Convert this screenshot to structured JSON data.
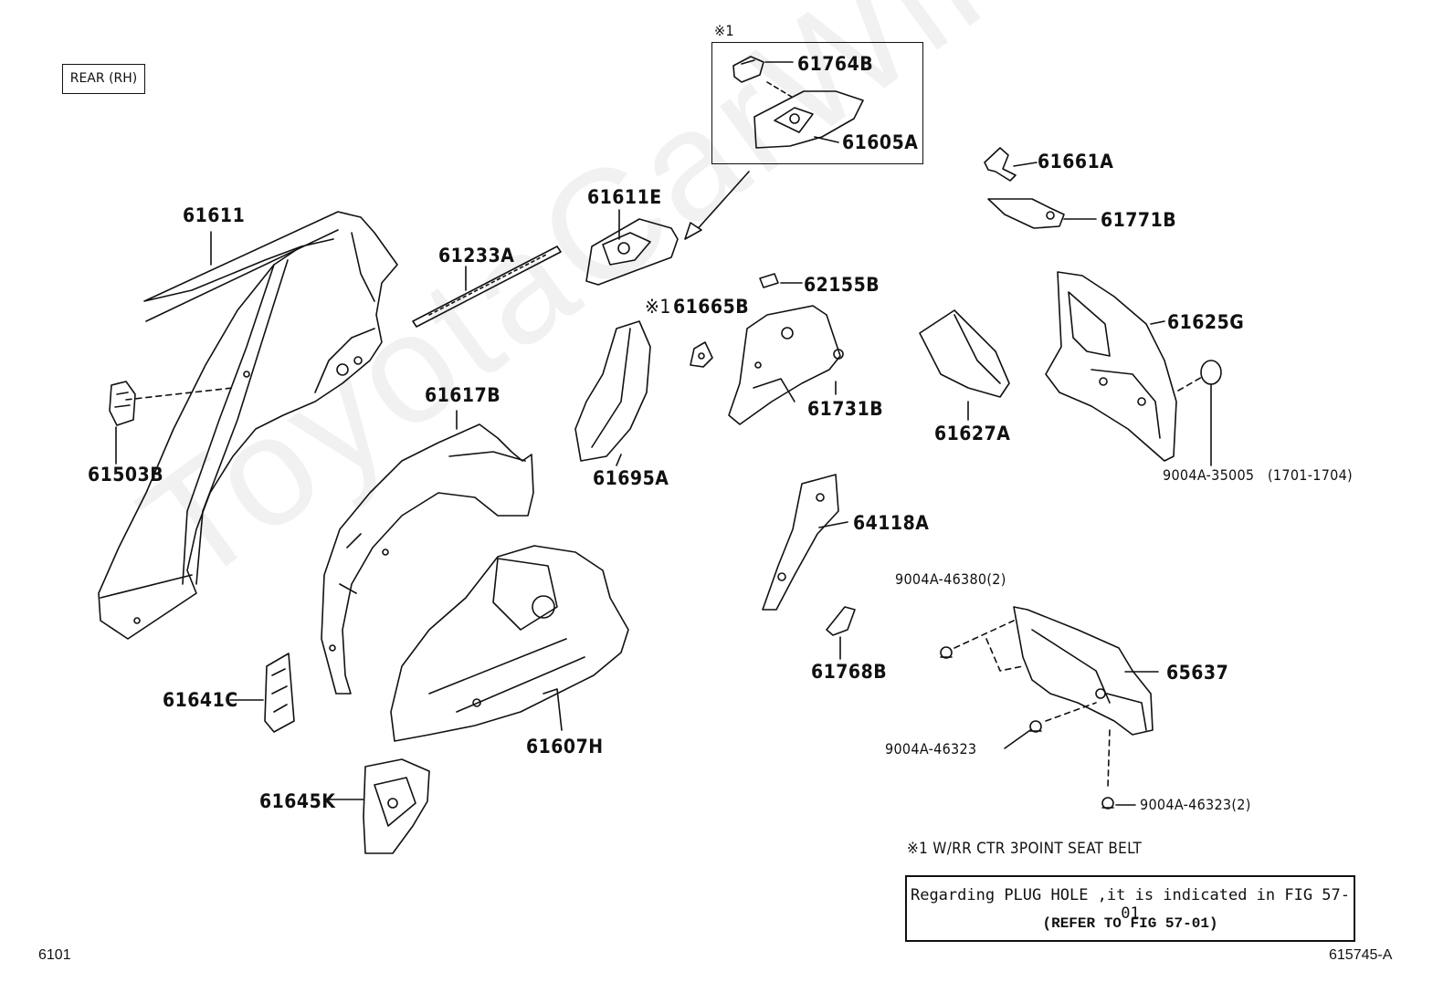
{
  "watermark": "ToyotaCarWine.ru",
  "header": {
    "label": "REAR (RH)"
  },
  "inset": {
    "marker": "※1",
    "parts": [
      "61764B",
      "61605A"
    ]
  },
  "parts": {
    "p61611": "61611",
    "p61503B": "61503B",
    "p61233A": "61233A",
    "p61611E": "61611E",
    "p61617B": "61617B",
    "p61665B_mark": "※1",
    "p61665B": "61665B",
    "p61695A": "61695A",
    "p62155B": "62155B",
    "p61731B": "61731B",
    "p61627A": "61627A",
    "p61661A": "61661A",
    "p61771B": "61771B",
    "p61625G": "61625G",
    "p9004A35005": "9004A-35005",
    "p9004A35005_range": "(1701-1704)",
    "p64118A": "64118A",
    "p61641C": "61641C",
    "p61607H": "61607H",
    "p61768B": "61768B",
    "p9004A46380": "9004A-46380(2)",
    "p65637": "65637",
    "p9004A46323a": "9004A-46323",
    "p9004A46323b": "9004A-46323(2)",
    "p61645K": "61645K"
  },
  "notes": {
    "seat_belt": "※1 W/RR CTR 3POINT SEAT BELT",
    "plug_hole": "Regarding PLUG HOLE ,it is indicated in FIG 57-01",
    "refer": "(REFER TO FIG 57-01)"
  },
  "footer": {
    "left": "6101",
    "right": "615745-A"
  }
}
